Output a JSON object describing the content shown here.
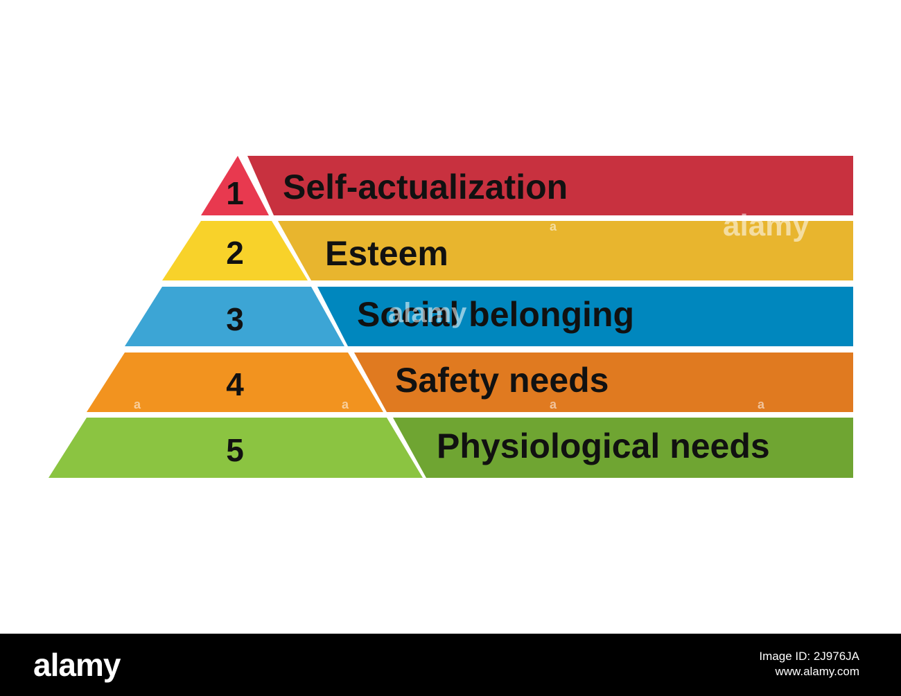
{
  "levels": [
    {
      "number": "1",
      "label": "Self-actualization",
      "pyramid_color": "#E8394F",
      "band_color": "#C8313F"
    },
    {
      "number": "2",
      "label": "Esteem",
      "pyramid_color": "#F8D22A",
      "band_color": "#E8B52E"
    },
    {
      "number": "3",
      "label": "Social belonging",
      "pyramid_color": "#3CA5D5",
      "band_color": "#0087BE"
    },
    {
      "number": "4",
      "label": "Safety needs",
      "pyramid_color": "#F2931F",
      "band_color": "#E07A20"
    },
    {
      "number": "5",
      "label": "Physiological needs",
      "pyramid_color": "#8BC441",
      "band_color": "#6FA532"
    }
  ],
  "watermark": {
    "text": "alamy",
    "small_mark": "a"
  },
  "footer": {
    "logo": "alamy",
    "image_id": "Image ID: 2J976JA",
    "site": "www.alamy.com"
  }
}
